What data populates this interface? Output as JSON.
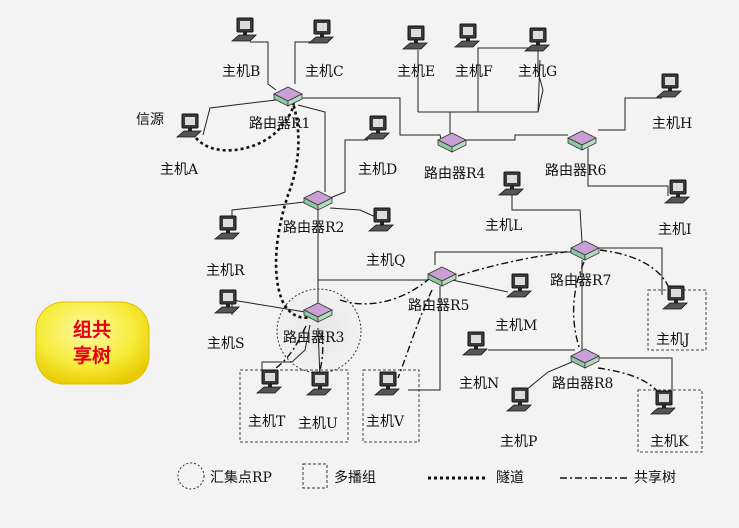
{
  "badge": {
    "line1": "组共",
    "line2": "享树"
  },
  "routers": [
    {
      "id": "R1",
      "label": "路由器R1"
    },
    {
      "id": "R2",
      "label": "路由器R2"
    },
    {
      "id": "R3",
      "label": "路由器R3"
    },
    {
      "id": "R4",
      "label": "路由器R4"
    },
    {
      "id": "R5",
      "label": "路由器R5"
    },
    {
      "id": "R6",
      "label": "路由器R6"
    },
    {
      "id": "R7",
      "label": "路由器R7"
    },
    {
      "id": "R8",
      "label": "路由器R8"
    }
  ],
  "hosts": [
    {
      "id": "A",
      "label": "主机A"
    },
    {
      "id": "B",
      "label": "主机B"
    },
    {
      "id": "C",
      "label": "主机C"
    },
    {
      "id": "D",
      "label": "主机D"
    },
    {
      "id": "E",
      "label": "主机E"
    },
    {
      "id": "F",
      "label": "主机F"
    },
    {
      "id": "G",
      "label": "主机G"
    },
    {
      "id": "H",
      "label": "主机H"
    },
    {
      "id": "I",
      "label": "主机I"
    },
    {
      "id": "J",
      "label": "主机J"
    },
    {
      "id": "K",
      "label": "主机K"
    },
    {
      "id": "L",
      "label": "主机L"
    },
    {
      "id": "M",
      "label": "主机M"
    },
    {
      "id": "N",
      "label": "主机N"
    },
    {
      "id": "P",
      "label": "主机P"
    },
    {
      "id": "Q",
      "label": "主机Q"
    },
    {
      "id": "R",
      "label": "主机R"
    },
    {
      "id": "S",
      "label": "主机S"
    },
    {
      "id": "T",
      "label": "主机T"
    },
    {
      "id": "U",
      "label": "主机U"
    },
    {
      "id": "V",
      "label": "主机V"
    }
  ],
  "source_label": "信源",
  "legend": {
    "rp": "汇集点RP",
    "group": "多播组",
    "tunnel": "隧道",
    "shared_tree": "共享树"
  },
  "colors": {
    "badge_fill": "#f6ec3a",
    "badge_text": "#e60012",
    "line": "#222222",
    "router_top": "#c9a0d6",
    "router_side": "#8fc9a0"
  }
}
